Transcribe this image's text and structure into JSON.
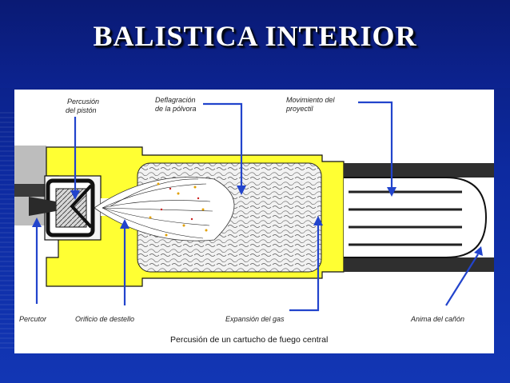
{
  "slide": {
    "title": "BALISTICA  INTERIOR",
    "colors": {
      "background": "#0d2aa0",
      "accent": "#ffff33",
      "arrow": "#2244cc"
    }
  },
  "diagram": {
    "labels": {
      "percusion_piston_1": "Percusión",
      "percusion_piston_2": "del pistón",
      "deflagracion_1": "Deflagración",
      "deflagracion_2": "de la pólvora",
      "movimiento_1": "Movimiento del",
      "movimiento_2": "proyectil",
      "percutor": "Percutor",
      "orificio": "Orificio de destello",
      "expansion": "Expansión del gas",
      "anima": "Anima del cañón"
    },
    "caption": "Percusión de un cartucho de fuego central"
  }
}
